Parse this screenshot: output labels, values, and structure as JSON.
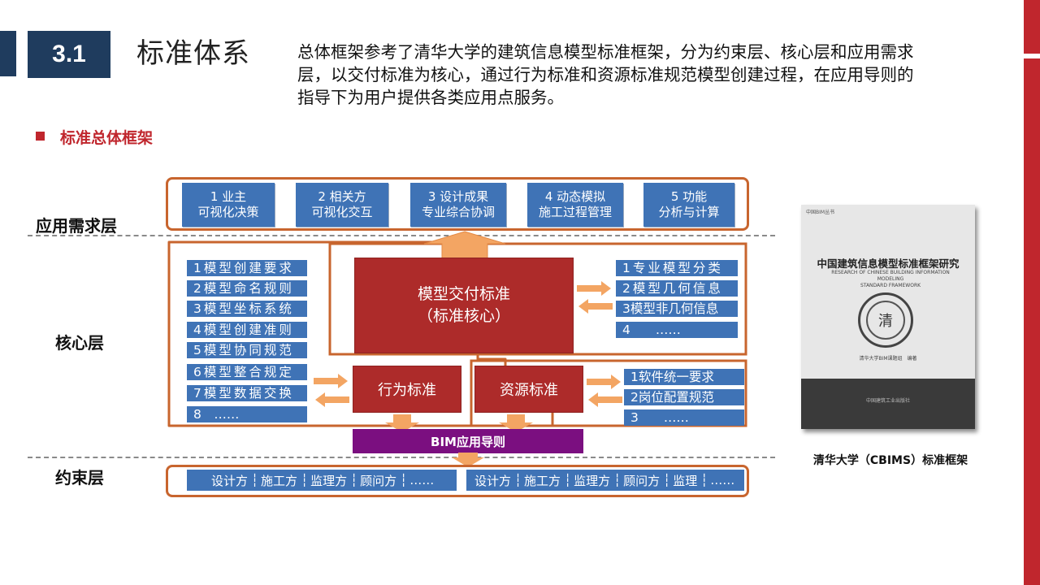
{
  "header": {
    "section_number": "3.1",
    "section_title": "标准体系",
    "intro": "总体框架参考了清华大学的建筑信息模型标准框架，分为约束层、核心层和应用需求层，以交付标准为核心，通过行为标准和资源标准规范模型创建过程，在应用导则的指导下为用户提供各类应用点服务。",
    "subheading": "标准总体框架"
  },
  "layers": {
    "application": "应用需求层",
    "core": "核心层",
    "constraint": "约束层"
  },
  "application_items": [
    "1 业主\n可视化决策",
    "2 相关方\n可视化交互",
    "3 设计成果\n专业综合协调",
    "4 动态模拟\n施工过程管理",
    "5 功能\n分析与计算"
  ],
  "behavior_items": [
    "1模型创建要求",
    "2模型命名规则",
    "3模型坐标系统",
    "4模型创建准则",
    "5模型协同规范",
    "6模型整合规定",
    "7模型数据交换",
    "8　……"
  ],
  "delivery_items": [
    "1专业模型分类",
    "2模型几何信息",
    "3模型非几何信息",
    "4　　……"
  ],
  "resource_items": [
    "1软件统一要求",
    "2岗位配置规范",
    "3　　……"
  ],
  "core_box": {
    "line1": "模型交付标准",
    "line2": "（标准核心）"
  },
  "behavior_box": "行为标准",
  "resource_box": "资源标准",
  "guide": "BIM应用导则",
  "constraint_left": [
    "设计方",
    "施工方",
    "监理方",
    "顾问方",
    "……"
  ],
  "constraint_right": [
    "设计方",
    "施工方",
    "监理方",
    "顾问方",
    "监理",
    "……"
  ],
  "book": {
    "header": "中国BIM丛书",
    "title": "中国建筑信息模型标准框架研究",
    "subtitle": "RESEARCH OF CHINESE BUILDING INFORMATION MODELING\nSTANDARD FRAMEWORK",
    "seal": "清",
    "author": "清华大学BIM课题组　编著",
    "publisher": "中国建筑工业出版社",
    "caption": "清华大学（CBIMS）标准框架"
  },
  "colors": {
    "navy": "#1f3c5e",
    "accent_red": "#c0262d",
    "frame_orange": "#c8652e",
    "box_blue": "#3f73b6",
    "core_red": "#ad2b2a",
    "guide_purple": "#7b0f80",
    "arrow_orange": "#f3a563"
  }
}
